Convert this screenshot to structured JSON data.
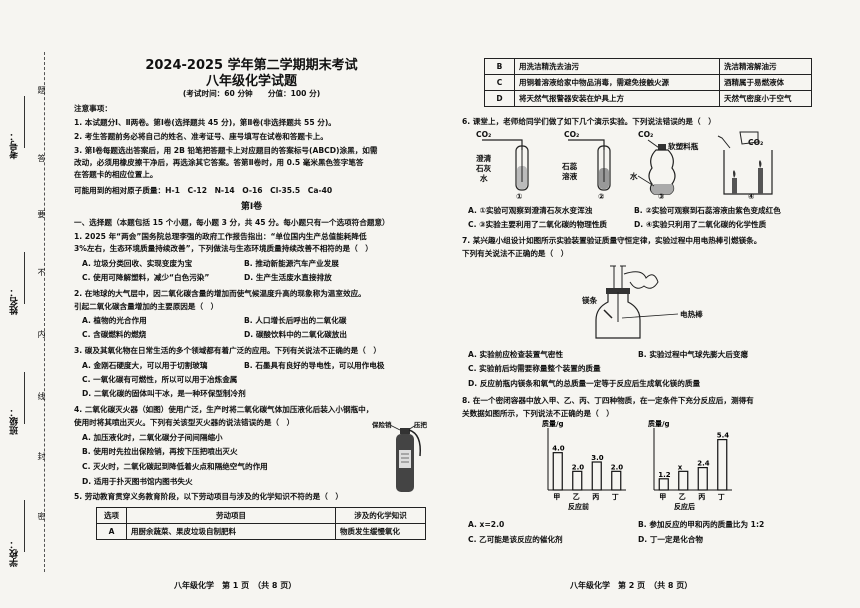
{
  "margin": {
    "labels": [
      "考号：",
      "姓名：",
      "班级：",
      "学校："
    ],
    "seal_chars": [
      "密",
      "封",
      "线",
      "内",
      "不",
      "要",
      "答",
      "题"
    ]
  },
  "header": {
    "title": "2024-2025 学年第二学期期末考试",
    "subtitle": "八年级化学试题",
    "exam_info": "(考试时间：60 分钟　　分值：100 分)"
  },
  "notice": {
    "heading": "注意事项：",
    "lines": [
      "1. 本试题分Ⅰ、Ⅱ两卷。第Ⅰ卷(选择题共 45 分)，第Ⅱ卷(非选择题共 55 分)。",
      "2. 考生答题前务必将自己的姓名、准考证号、座号填写在试卷和答题卡上。",
      "3. 第Ⅰ卷每题选出答案后，用 2B 铅笔把答题卡上对应题目的答案标号(ABCD)涂黑，如需",
      "改动，必须用橡皮擦干净后，再选涂其它答案。答第Ⅱ卷时，用 0.5 毫米黑色签字笔答",
      "在答题卡的相应位置上。"
    ],
    "atomic_masses": "可能用到的相对原子质量：H-1　C-12　N-14　O-16　Cl-35.5　Ca-40"
  },
  "section1": {
    "title": "第Ⅰ卷",
    "instruction": "一、选择题（本题包括 15 个小题，每小题 3 分，共 45 分。每小题只有一个选项符合题意）"
  },
  "q1": {
    "lines": [
      "1. 2025 年“两会”国务院总理李强的政府工作报告指出：“单位国内生产总值能耗降低",
      "3%左右，生态环境质量持续改善”，下列做法与生态环境质量持续改善不相符的是（　）"
    ],
    "A": "A. 垃圾分类回收、实现变废为宝",
    "B": "B. 推动新能源汽车产业发展",
    "C": "C. 使用可降解塑料，减少“白色污染”",
    "D": "D. 生产生活废水直接排放"
  },
  "q2": {
    "lines": [
      "2. 在地球的大气层中，因二氧化碳含量的增加而使气候温度升高的现象称为温室效应。",
      "引起二氧化碳含量增加的主要原因是（　）"
    ],
    "A": "A. 植物的光合作用",
    "B": "B. 人口增长后呼出的二氧化碳",
    "C": "C. 含碳燃料的燃烧",
    "D": "D. 碳酸饮料中的二氧化碳放出"
  },
  "q3": {
    "lines": [
      "3. 碳及其氧化物在日常生活的多个领域都有着广泛的应用。下列有关说法不正确的是（　）"
    ],
    "A": "A. 金刚石硬度大，可以用于切割玻璃",
    "B": "B. 石墨具有良好的导电性，可以用作电极",
    "C": "C. 一氧化碳有可燃性，所以可以用于冶炼金属",
    "D": "D. 二氧化碳的固体叫干冰，是一种环保型制冷剂"
  },
  "q4": {
    "lines": [
      "4. 二氧化碳灭火器（如图）使用广泛，生产时将二氧化碳气体加压液化后装入小钢瓶中，",
      "使用时将其喷出灭火。下列有关该型灭火器的说法错误的是（　）"
    ],
    "A": "A. 加压液化时，二氧化碳分子间间隔缩小",
    "B": "B. 使用时先拉出保险销，再按下压把喷出灭火",
    "C": "C. 灭火时，二氧化碳起到降低着火点和隔绝空气的作用",
    "D": "D. 适用于扑灭图书馆内图书失火",
    "fig_pin": "保险销",
    "fig_handle": "压把"
  },
  "q5": {
    "lines": [
      "5. 劳动教育贯穿义务教育阶段，以下劳动项目与涉及的化学知识不符的是（　）"
    ],
    "table_header": [
      "选项",
      "劳动项目",
      "涉及的化学知识"
    ],
    "rowA": [
      "A",
      "用厨余蔬菜、果皮垃圾自制肥料",
      "物质发生缓慢氧化"
    ],
    "rowB": [
      "B",
      "用洗洁精洗去油污",
      "洗洁精溶解油污"
    ],
    "rowC": [
      "C",
      "用铜着溶液给家中物品消毒，需避免接触火源",
      "酒精属于易燃液体"
    ],
    "rowD": [
      "D",
      "将天然气报警器安装在炉具上方",
      "天然气密度小于空气"
    ]
  },
  "q6": {
    "lines": [
      "6. 课堂上，老师给同学们做了如下几个演示实验。下列说法错误的是（　）"
    ],
    "labels": {
      "co2_a": "CO₂",
      "co2_b": "CO₂",
      "co2_c": "CO₂",
      "co2_d": "CO₂",
      "limewater": [
        "澄清",
        "石灰",
        "水"
      ],
      "litmus": [
        "石蕊",
        "溶液"
      ],
      "bottle": "软塑料瓶",
      "water": "水",
      "n1": "①",
      "n2": "②",
      "n3": "③",
      "n4": "④"
    },
    "A": "A. ①实验可观察到澄清石灰水变浑浊",
    "B": "B. ②实验可观察到石蕊溶液由紫色变成红色",
    "C": "C. ③实验主要利用了二氧化碳的物理性质",
    "D": "D. ④实验只利用了二氧化碳的化学性质"
  },
  "q7": {
    "lines": [
      "7. 某兴趣小组设计如图所示实验装置验证质量守恒定律，实验过程中用电热棒引燃镁条。",
      "下列有关说法不正确的是（　）"
    ],
    "fig_mg": "镁条",
    "fig_rod": "电热棒",
    "A": "A. 实验前应检查装置气密性",
    "B": "B. 实验过程中气球先膨大后变瘪",
    "C": "C. 实验前后均需要称量整个装置的质量",
    "D": "D. 反应前瓶内镁条和氧气的总质量一定等于反应后生成氧化镁的质量"
  },
  "q8": {
    "lines": [
      "8. 在一个密闭容器中放入甲、乙、丙、丁四种物质，在一定条件下充分反应后，测得有",
      "关数据如图所示，下列说法不正确的是（　）"
    ],
    "A": "A. x=2.0",
    "B": "B. 参加反应的甲和丙的质量比为 1:2",
    "C": "C. 乙可能是该反应的催化剂",
    "D": "D. 丁一定是化合物"
  },
  "chart_data": [
    {
      "type": "bar",
      "title": "反应前",
      "ylabel": "质量/g",
      "categories": [
        "甲",
        "乙",
        "丙",
        "丁"
      ],
      "values": [
        4.0,
        2.0,
        3.0,
        2.0
      ],
      "value_labels": [
        "4.0",
        "2.0",
        "3.0",
        "2.0"
      ],
      "ylim": [
        0,
        6
      ]
    },
    {
      "type": "bar",
      "title": "反应后",
      "ylabel": "质量/g",
      "categories": [
        "甲",
        "乙",
        "丙",
        "丁"
      ],
      "values": [
        1.2,
        2.0,
        2.4,
        5.4
      ],
      "value_labels": [
        "1.2",
        "x",
        "2.4",
        "5.4"
      ],
      "ylim": [
        0,
        6
      ]
    }
  ],
  "footer": {
    "left": "八年级化学　第 1 页　（共 8 页）",
    "right": "八年级化学　第 2 页　（共 8 页）"
  }
}
